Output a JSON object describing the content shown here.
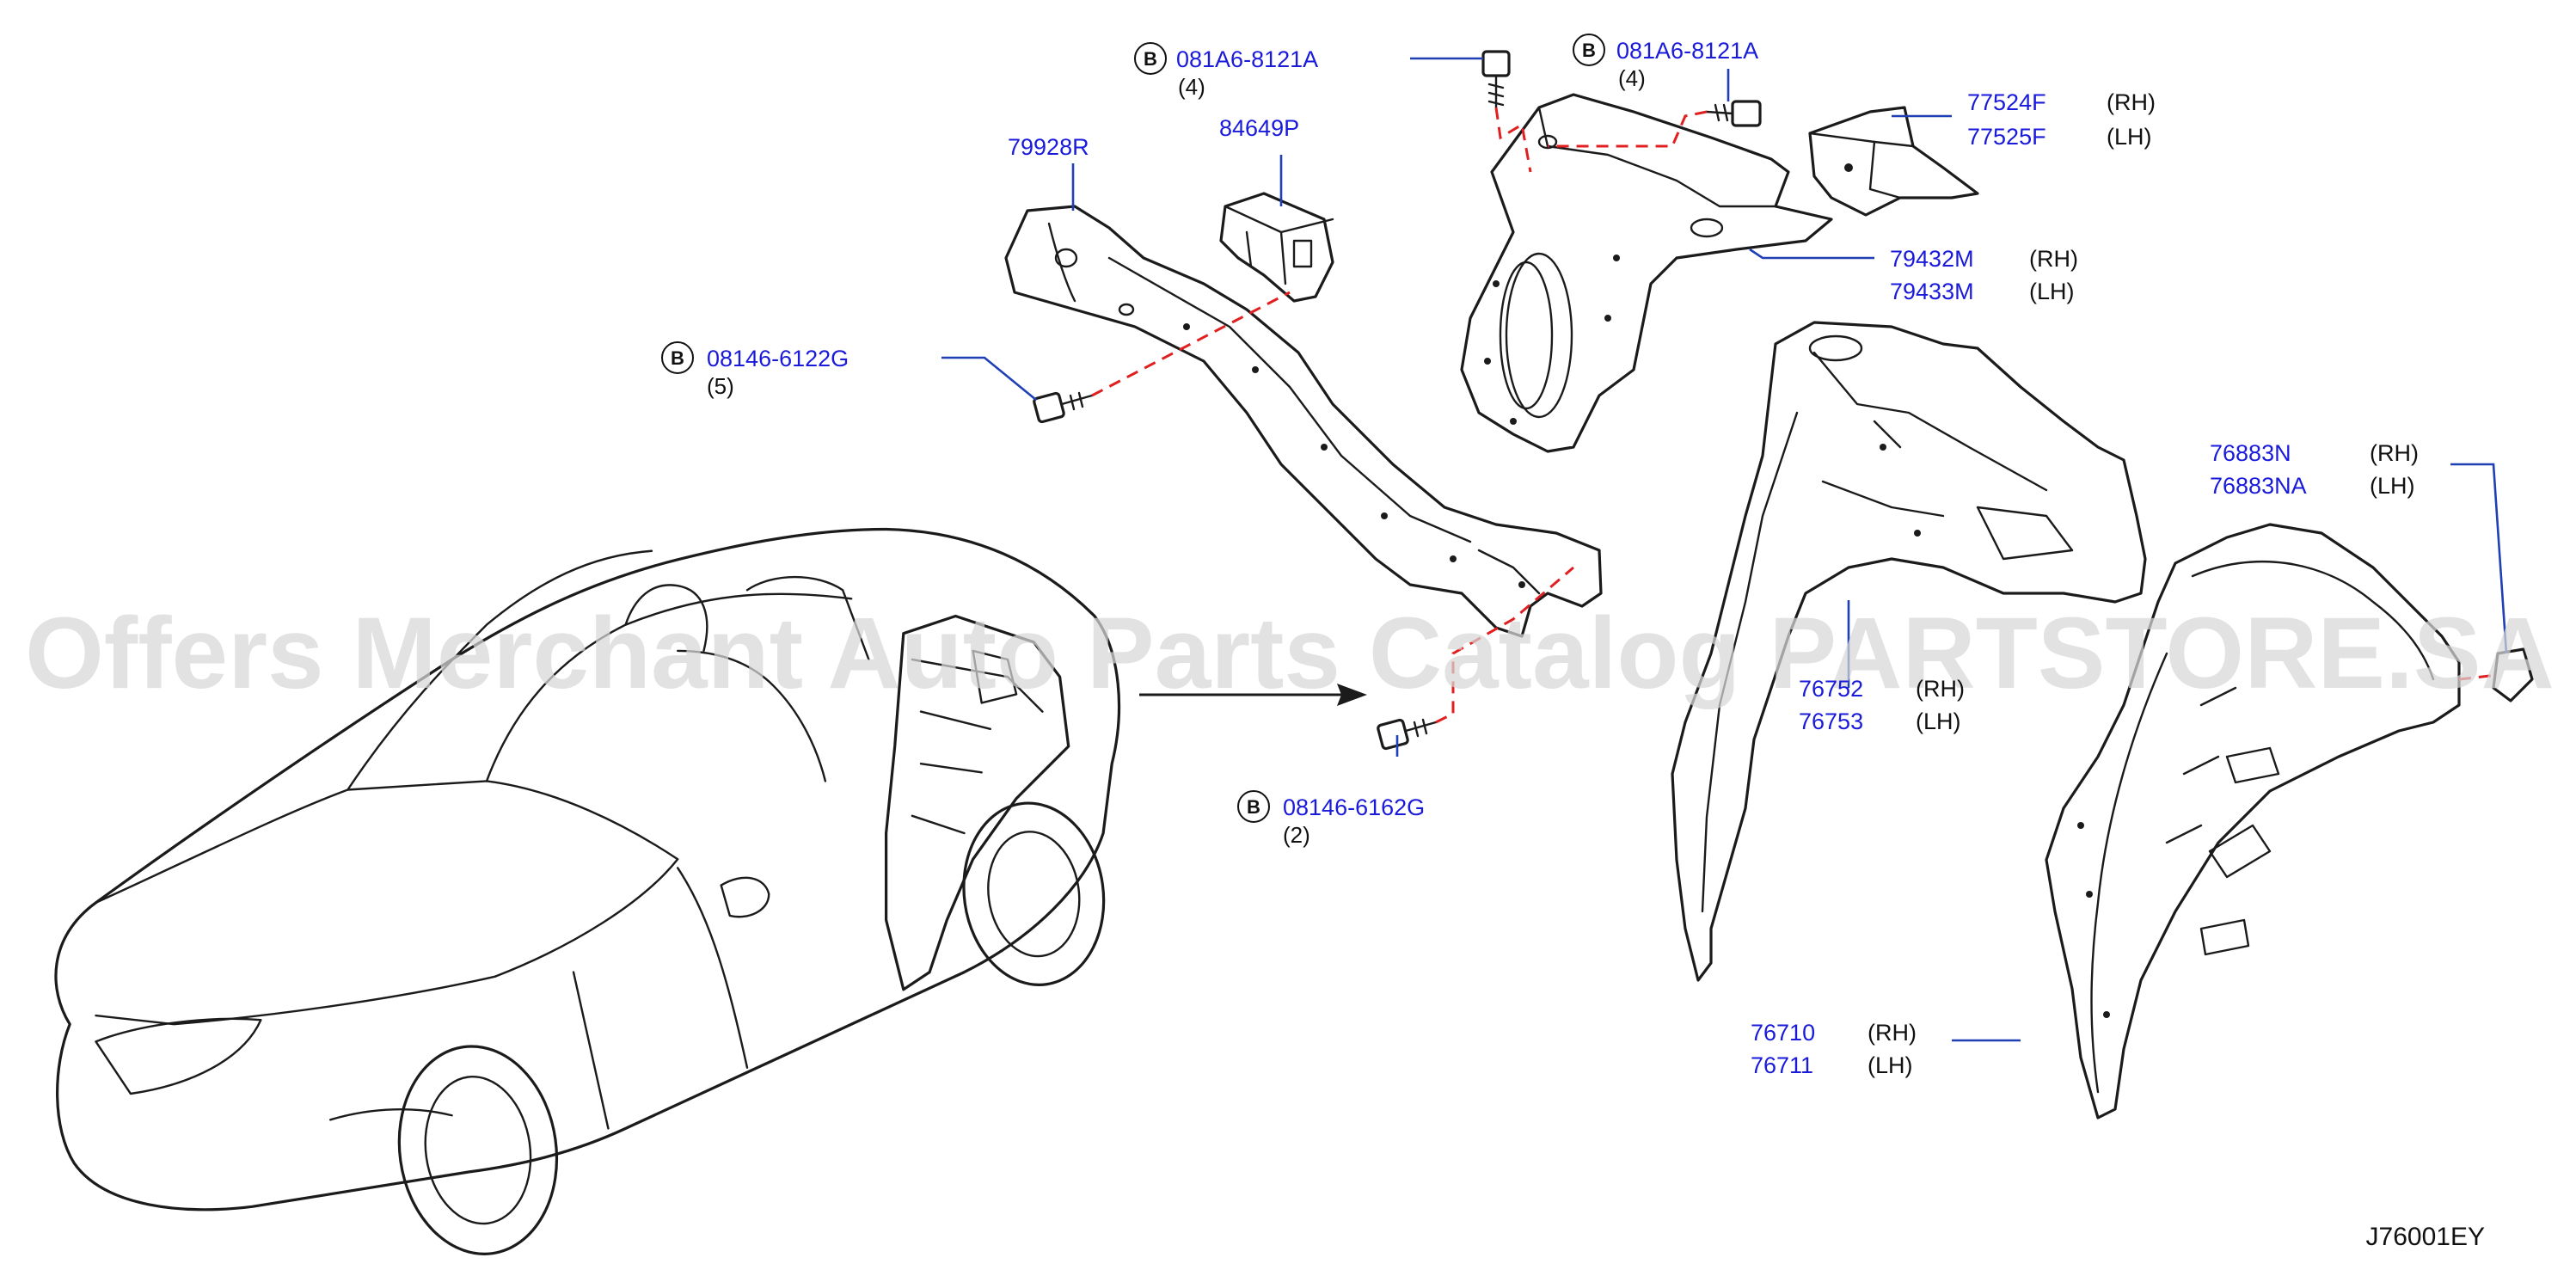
{
  "diagram": {
    "code": "J76001EY",
    "watermark": "Offers Merchant Auto Parts Catalog PARTSTORE.SA",
    "bolt_mark": "B"
  },
  "callouts": {
    "bolt_081A6_left": {
      "part": "081A6-8121A",
      "qty": "(4)"
    },
    "bolt_081A6_right": {
      "part": "081A6-8121A",
      "qty": "(4)"
    },
    "bolt_08146_6122G": {
      "part": "08146-6122G",
      "qty": "(5)"
    },
    "bolt_08146_6162G": {
      "part": "08146-6162G",
      "qty": "(2)"
    },
    "p79928R": {
      "part": "79928R"
    },
    "p84649P": {
      "part": "84649P"
    },
    "p77524F": {
      "part": "77524F",
      "side": "(RH)"
    },
    "p77525F": {
      "part": "77525F",
      "side": "(LH)"
    },
    "p79432M": {
      "part": "79432M",
      "side": "(RH)"
    },
    "p79433M": {
      "part": "79433M",
      "side": "(LH)"
    },
    "p76883N": {
      "part": "76883N",
      "side": "(RH)"
    },
    "p76883NA": {
      "part": "76883NA",
      "side": "(LH)"
    },
    "p76752": {
      "part": "76752",
      "side": "(RH)"
    },
    "p76753": {
      "part": "76753",
      "side": "(LH)"
    },
    "p76710": {
      "part": "76710",
      "side": "(RH)"
    },
    "p76711": {
      "part": "76711",
      "side": "(LH)"
    }
  },
  "colors": {
    "label": "#1a1adb",
    "leader": "#1f3fb5",
    "dashed_link": "#e02020",
    "line_art": "#1b1b1b",
    "watermark": "#d7d7d7"
  }
}
